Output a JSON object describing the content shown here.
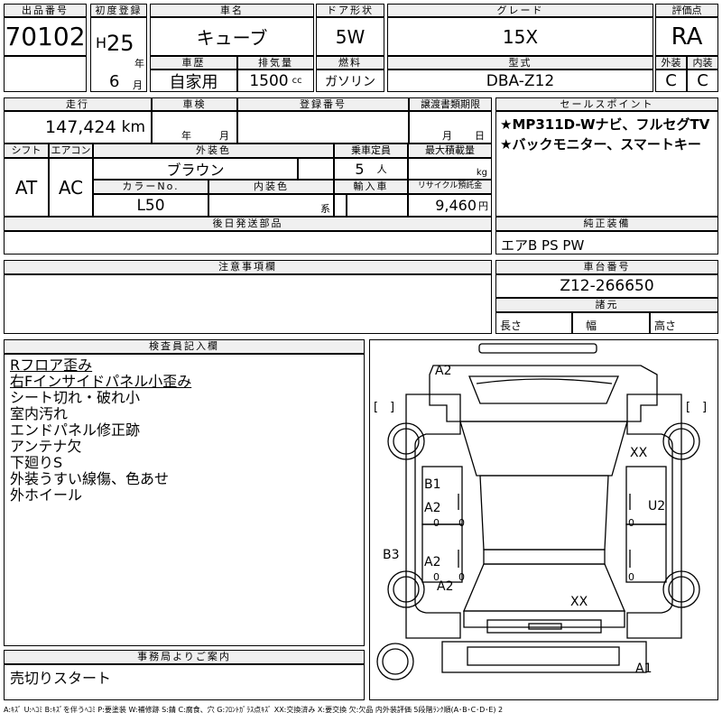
{
  "header": {
    "lot_no": {
      "label": "出品番号",
      "value": "70102"
    },
    "first_reg": {
      "label": "初度登録",
      "era": "H",
      "year": "25",
      "year_unit": "年",
      "month": "6",
      "month_unit": "月"
    },
    "car_name": {
      "label": "車名",
      "value": "キューブ"
    },
    "door": {
      "label": "ドア形状",
      "value": "5W"
    },
    "grade": {
      "label": "グレード",
      "value": "15X"
    },
    "score": {
      "label": "評価点",
      "value": "RA"
    },
    "history": {
      "label": "車歴",
      "value": "自家用"
    },
    "displacement": {
      "label": "排気量",
      "value": "1500",
      "unit": "cc"
    },
    "fuel": {
      "label": "燃料",
      "value": "ガソリン"
    },
    "model_code": {
      "label": "型式",
      "value": "DBA-Z12"
    },
    "exterior_score": {
      "label": "外装",
      "value": "C"
    },
    "interior_score": {
      "label": "内装",
      "value": "C"
    }
  },
  "row2": {
    "mileage": {
      "label": "走行",
      "value": "147,424",
      "unit": "km"
    },
    "inspection": {
      "label": "車検",
      "year_unit": "年",
      "month_unit": "月"
    },
    "reg_no": {
      "label": "登録番号",
      "value": ""
    },
    "transfer_docs": {
      "label": "譲渡書類期限",
      "month_unit": "月",
      "day_unit": "日"
    },
    "shift": {
      "label": "シフト",
      "value": "AT"
    },
    "aircon": {
      "label": "エアコン",
      "value": "AC"
    },
    "ext_color": {
      "label": "外装色",
      "value": "ブラウン"
    },
    "capacity": {
      "label": "乗車定員",
      "value": "5",
      "unit": "人"
    },
    "max_load": {
      "label": "最大積載量",
      "unit": "kg"
    },
    "color_no": {
      "label": "カラーNo.",
      "value": "L50"
    },
    "int_color": {
      "label": "内装色",
      "unit": "系"
    },
    "import": {
      "label": "輸入車"
    },
    "recycle": {
      "label": "リサイクル預託金",
      "value": "9,460",
      "unit": "円"
    },
    "later_parts": {
      "label": "後日発送部品"
    }
  },
  "sales_points": {
    "label": "セールスポイント",
    "items": [
      "★MP311D-Wナビ、フルセグTV",
      "★バックモニター、スマートキー"
    ]
  },
  "equipment": {
    "label": "純正装備",
    "value": "エアB PS PW"
  },
  "notes": {
    "label": "注意事項欄"
  },
  "chassis": {
    "label": "車台番号",
    "value": "Z12-266650"
  },
  "dims": {
    "label": "諸元",
    "length": "長さ",
    "width": "幅",
    "height": "高さ"
  },
  "inspector": {
    "label": "検査員記入欄",
    "lines": [
      "Rフロア歪み",
      "右Fインサイドパネル小歪み",
      "シート切れ・破れ小",
      "室内汚れ",
      "エンドパネル修正跡",
      "アンテナ欠",
      "下廻りS",
      "外装うすい線傷、色あせ",
      "外ホイール"
    ]
  },
  "office": {
    "label": "事務局よりご案内",
    "value": "売切りスタート"
  },
  "legend": "A:ｷｽﾞ U:ﾍｺﾐ B:ｷｽﾞを伴うﾍｺﾐ P:要塗装 W:補修跡 S:錆 C:腐食、穴 G:ﾌﾛﾝﾄｶﾞﾗｽ点ｷｽﾞ XX:交換済み X:要交換 欠:欠品 内外装評価 5段階ﾗﾝｸ順(A･B･C･D･E) 2",
  "diagram_marks": [
    "A2",
    "XX",
    "B1",
    "A2",
    "U2",
    "B3",
    "A2",
    "A2",
    "XX",
    "A1"
  ]
}
